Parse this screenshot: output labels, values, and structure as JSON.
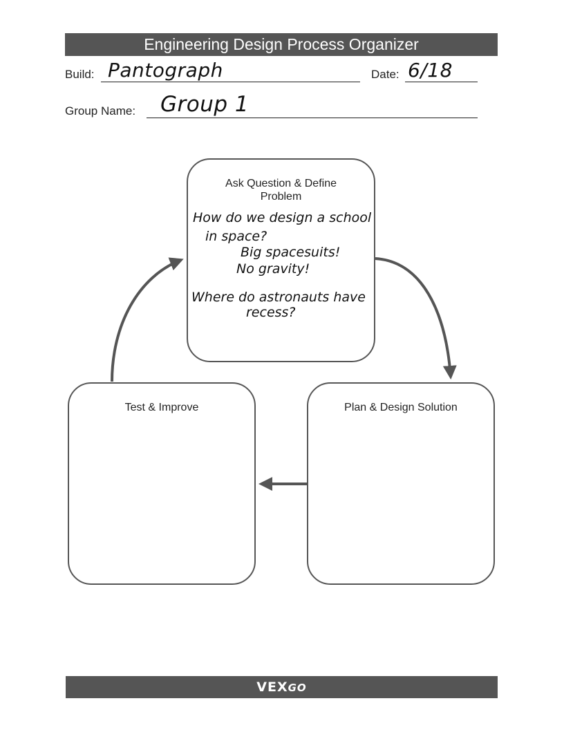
{
  "header": {
    "title": "Engineering Design Process Organizer"
  },
  "form": {
    "build_label": "Build:",
    "build_value": "Pantograph",
    "date_label": "Date:",
    "date_value": "6/18",
    "group_label": "Group Name:",
    "group_value": "Group 1"
  },
  "boxes": {
    "ask": {
      "title": "Ask Question & Define Problem",
      "notes": [
        "How do we design a school",
        "in space?",
        "Big spacesuits!",
        "No gravity!",
        "Where do astronauts have",
        "recess?"
      ]
    },
    "plan": {
      "title": "Plan & Design Solution"
    },
    "test": {
      "title": "Test & Improve"
    }
  },
  "footer": {
    "logo_main": "VEX",
    "logo_go": "GO"
  },
  "colors": {
    "bar": "#555555",
    "outline": "#555555",
    "text": "#222222"
  }
}
